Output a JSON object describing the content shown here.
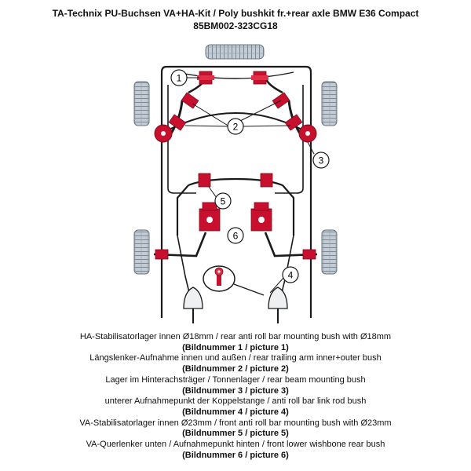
{
  "header": {
    "title": "TA-Technix PU-Buchsen VA+HA-Kit / Poly bushkit fr.+rear axle BMW E36 Compact",
    "part_number": "85BM002-323CG18"
  },
  "diagram": {
    "callouts": [
      "1",
      "2",
      "3",
      "4",
      "5",
      "6"
    ],
    "colors": {
      "bush": "#c8102e",
      "tire": "#b4bec8",
      "outline": "#1a1a1a",
      "callout_fill": "#ffffff"
    }
  },
  "legend": [
    {
      "desc": "HA-Stabilisatorlager innen Ø18mm / rear anti roll bar mounting bush with Ø18mm",
      "ref": "(Bildnummer 1 / picture 1)"
    },
    {
      "desc": "Längslenker-Aufnahme innen und außen / rear trailing arm inner+outer bush",
      "ref": "(Bildnummer 2 / picture 2)"
    },
    {
      "desc": "Lager im Hinterachsträger / Tonnenlager / rear beam mounting bush",
      "ref": "(Bildnummer 3 / picture 3)"
    },
    {
      "desc": "unterer Aufnahmepunkt der Koppelstange / anti roll bar link rod bush",
      "ref": "(Bildnummer 4 / picture 4)"
    },
    {
      "desc": "VA-Stabilisatorlager innen Ø23mm / front anti roll bar mounting bush with Ø23mm",
      "ref": "(Bildnummer 5 / picture 5)"
    },
    {
      "desc": "VA-Querlenker unten / Aufnahmepunkt hinten / front lower wishbone rear bush",
      "ref": "(Bildnummer 6 / picture 6)"
    }
  ]
}
